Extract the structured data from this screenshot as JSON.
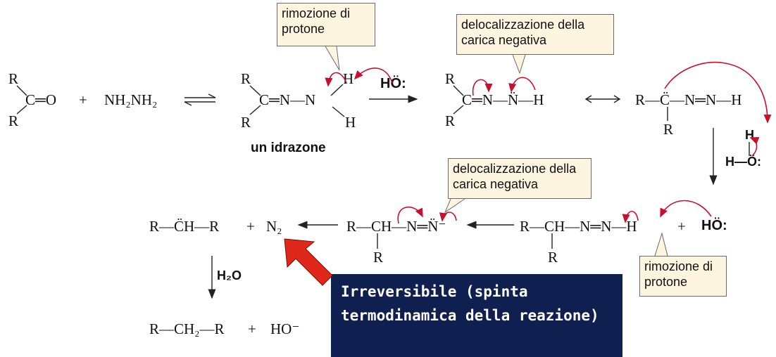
{
  "reactants": {
    "R_top": "R",
    "carbonyl": "C═O",
    "R_bottom": "R",
    "plus": "+",
    "hydrazine": "NH₂NH₂"
  },
  "hydrazone": {
    "R_top": "R",
    "chain": "C═N—N",
    "H_top": "H",
    "H_bottom": "H",
    "R_bottom": "R",
    "label": "un idrazone"
  },
  "base": {
    "label": "HÖ:"
  },
  "anion1": {
    "R_top": "R",
    "chain": "C═N—N̈—H",
    "R_bottom": "R"
  },
  "anion2": {
    "chain": "R—C̈—N═N—H",
    "R_bottom": "R"
  },
  "water": {
    "H": "H",
    "OH": "H—Ö:"
  },
  "row2": {
    "carbanion": "R—C̈H—R",
    "plus1": "+",
    "nitrogen": "N₂",
    "anion3": "R—CH—N═N̈⁻",
    "anion3_R": "R",
    "intermediate": "R—CH—N═N—H",
    "intermediate_R": "R",
    "plus2": "+",
    "hydroxide": "HÖ:"
  },
  "h2o_label": "H₂O",
  "products": {
    "alkane": "R—CH₂—R",
    "plus": "+",
    "hydroxide": "HO⁻"
  },
  "callouts": {
    "proton_removal_1": "rimozione di protone",
    "delocalization_1": "delocalizzazione della carica negativa",
    "delocalization_2": "delocalizzazione della carica negativa",
    "proton_removal_2": "rimozione di protone"
  },
  "note": "Irreversibile (spinta termodinamica della reazione)",
  "colors": {
    "curved_arrow": "#c8102e",
    "callout_bg": "#fdf5e0",
    "note_bg": "#0f1f4f",
    "pointer_arrow": "#e0281a"
  }
}
